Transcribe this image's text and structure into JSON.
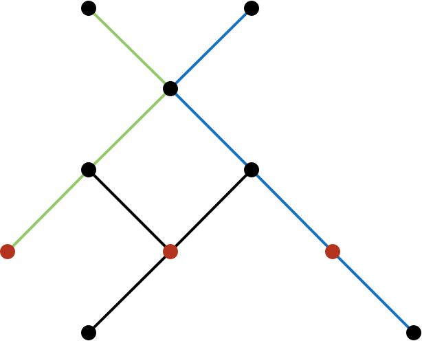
{
  "colors": {
    "background": "#ffffff",
    "green": "#92c86a",
    "blue": "#1472c1",
    "black": "#000000",
    "red": "#b5341f"
  },
  "diagram": {
    "nodes": [
      {
        "id": "top-left",
        "color": "black"
      },
      {
        "id": "top-right",
        "color": "black"
      },
      {
        "id": "center",
        "color": "black"
      },
      {
        "id": "mid-left",
        "color": "black"
      },
      {
        "id": "mid-right",
        "color": "black"
      },
      {
        "id": "left-red",
        "color": "red"
      },
      {
        "id": "middle-red",
        "color": "red"
      },
      {
        "id": "right-red",
        "color": "red"
      },
      {
        "id": "bottom-left",
        "color": "black"
      },
      {
        "id": "bottom-right",
        "color": "black"
      }
    ],
    "edges": [
      {
        "from": "top-left",
        "to": "center",
        "color": "green"
      },
      {
        "from": "center",
        "to": "mid-left",
        "color": "green"
      },
      {
        "from": "mid-left",
        "to": "left-red",
        "color": "green"
      },
      {
        "from": "top-right",
        "to": "center",
        "color": "blue"
      },
      {
        "from": "center",
        "to": "mid-right",
        "color": "blue"
      },
      {
        "from": "mid-right",
        "to": "right-red",
        "color": "blue"
      },
      {
        "from": "right-red",
        "to": "bottom-right",
        "color": "blue"
      },
      {
        "from": "mid-left",
        "to": "middle-red",
        "color": "black"
      },
      {
        "from": "mid-right",
        "to": "middle-red",
        "color": "black"
      },
      {
        "from": "middle-red",
        "to": "bottom-left",
        "color": "black"
      }
    ]
  }
}
